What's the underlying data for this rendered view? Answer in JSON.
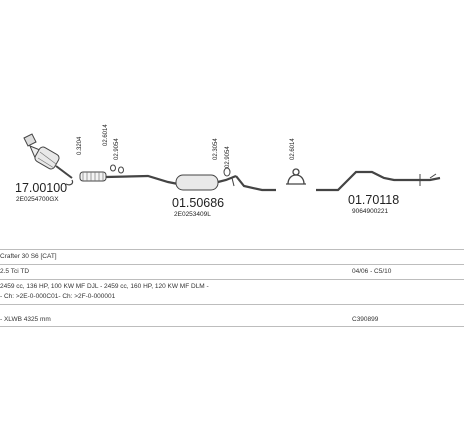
{
  "parts": {
    "cat_main": {
      "number": "17.00100",
      "sub": "2E0254700GX"
    },
    "cat_c1": "0.3204",
    "cat_c2": "02.6014",
    "cat_c3": "02.9054",
    "mid_main": {
      "number": "01.50686",
      "sub": "2E0253409L"
    },
    "mid_c1": "02.3054",
    "mid_c2": "02.9054",
    "rear_c1": "02.6014",
    "rear_main": {
      "number": "01.70118",
      "sub": "9064900221"
    }
  },
  "info": {
    "vehicle": "Crafter 30 S6 [CAT]",
    "engine": "2.5 Tci TD",
    "years": "04/06 - C5/10",
    "specs": "2459 cc, 136 HP, 100 KW MF DJL - 2459 cc, 160 HP, 120 KW MF DLM -",
    "chassis": "- Ch: >2E-0-000C01- Ch: >2F-0-000001",
    "wheelbase": "- XLWB 4325 mm",
    "code": "C390899"
  }
}
